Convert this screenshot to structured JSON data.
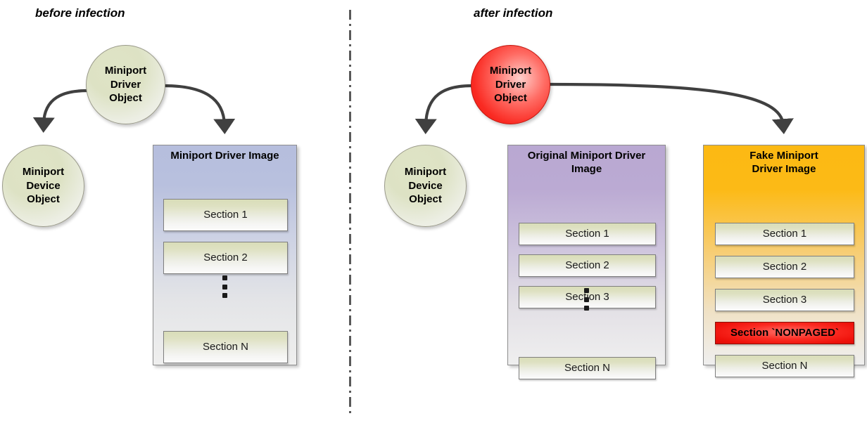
{
  "panels": {
    "before": {
      "title": "before infection",
      "driver_object": {
        "lines": [
          "Miniport",
          "Driver",
          "Object"
        ]
      },
      "device_object": {
        "lines": [
          "Miniport",
          "Device",
          "Object"
        ]
      },
      "image_box": {
        "title": "Miniport Driver Image",
        "sections": [
          "Section 1",
          "Section 2",
          "Section N"
        ],
        "ellipsis": "vertical-dots",
        "color": "#b6bedd"
      }
    },
    "after": {
      "title": "after infection",
      "driver_object": {
        "lines": [
          "Miniport",
          "Driver",
          "Object"
        ],
        "color": "#fa2a22"
      },
      "device_object": {
        "lines": [
          "Miniport",
          "Device",
          "Object"
        ]
      },
      "original_image_box": {
        "title": "Original Miniport Driver Image",
        "title_lines": [
          "Original Miniport Driver",
          "Image"
        ],
        "sections": [
          "Section 1",
          "Section 2",
          "Section 3",
          "Section N"
        ],
        "ellipsis": "vertical-dots",
        "color": "#b9a8d2"
      },
      "fake_image_box": {
        "title": "Fake Miniport Driver Image",
        "title_lines": [
          "Fake Miniport",
          "Driver Image"
        ],
        "sections": [
          "Section 1",
          "Section 2",
          "Section 3",
          "Section `NONPAGED`",
          "Section N"
        ],
        "danger_section": "Section `NONPAGED`",
        "color": "#fcb913",
        "danger_color": "#fb2b22"
      }
    }
  },
  "divider": {
    "style": "dash-dot-vertical",
    "color": "#595959"
  },
  "arrows": {
    "color": "#404040",
    "before_to_device": "curved-arrow",
    "before_to_image": "curved-arrow",
    "after_to_device": "curved-arrow",
    "after_to_fake_image": "curved-arrow"
  }
}
